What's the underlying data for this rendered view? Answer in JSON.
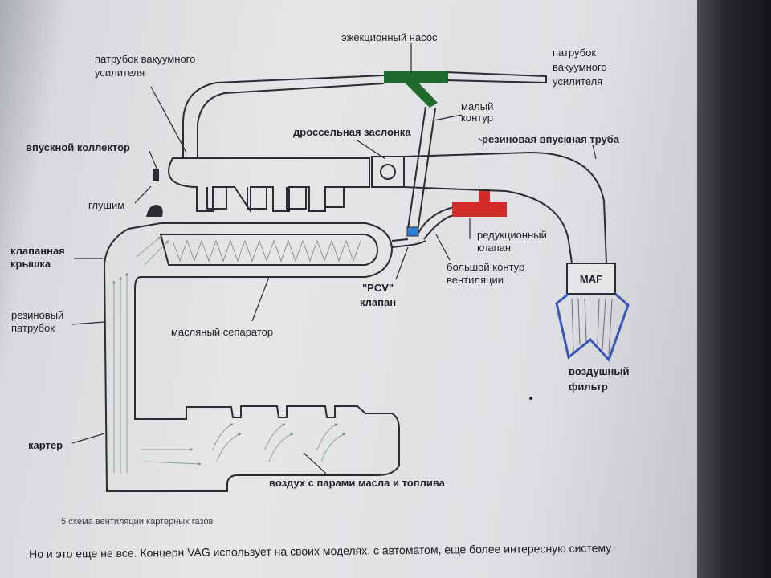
{
  "labels": {
    "vacuum_booster_pipe_left": "патрубок вакуумного\nусилителя",
    "ejector_pump": "эжекционный насос",
    "vacuum_booster_pipe_right": "патрубок\nвакуумного\nусилителя",
    "small_circuit": "малый\nконтур",
    "throttle": "дроссельная заслонка",
    "intake_manifold": "впускной коллектор",
    "rubber_intake_pipe": "резиновая впускная труба",
    "plug": "глушим",
    "valve_cover": "клапанная\nкрышка",
    "reduction_valve": "редукционный\nклапан",
    "big_circuit": "большой контур\nвентиляции",
    "pcv_valve": "\"PCV\"\nклапан",
    "maf": "MAF",
    "rubber_hose": "резиновый\nпатрубок",
    "oil_separator": "масляный сепаратор",
    "air_filter": "воздушный\nфильтр",
    "crankcase": "картер",
    "air_vapors": "воздух с парами масла и топлива"
  },
  "caption": "5 схема вентиляции картерных газов",
  "body_text": "Но и это еще не все. Концерн VAG использует на своих моделях, с автоматом, еще более интересную систему",
  "colors": {
    "ejector": "#1f6b2e",
    "reduction_valve": "#d32a2a",
    "pcv": "#2e7fd6",
    "filter_outline": "#3a56b8",
    "line": "#2a2c30"
  }
}
